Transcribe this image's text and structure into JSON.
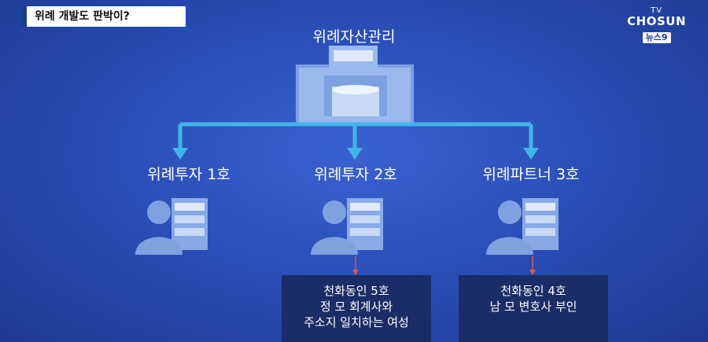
{
  "headline": "위례 개발도 판박이?",
  "broadcaster": {
    "tv": "TV",
    "name": "CHOSUN",
    "program": "뉴스9"
  },
  "diagram": {
    "root": {
      "label": "위례자산관리",
      "icon": "building-icon"
    },
    "children": [
      {
        "label": "위례투자 1호",
        "icon": "person-with-office-icon"
      },
      {
        "label": "위례투자 2호",
        "icon": "person-with-office-icon",
        "note": [
          "천화동인 5호",
          "정 모 회계사와",
          "주소지 일치하는 여성"
        ]
      },
      {
        "label": "위례파트너 3호",
        "icon": "person-with-office-icon",
        "note": [
          "천화동인 4호",
          "남 모 변호사 부인"
        ]
      }
    ],
    "colors": {
      "connector": "#3fb6e8",
      "note_arrow": "#e0574f",
      "note_box": "#1b2d66"
    }
  }
}
